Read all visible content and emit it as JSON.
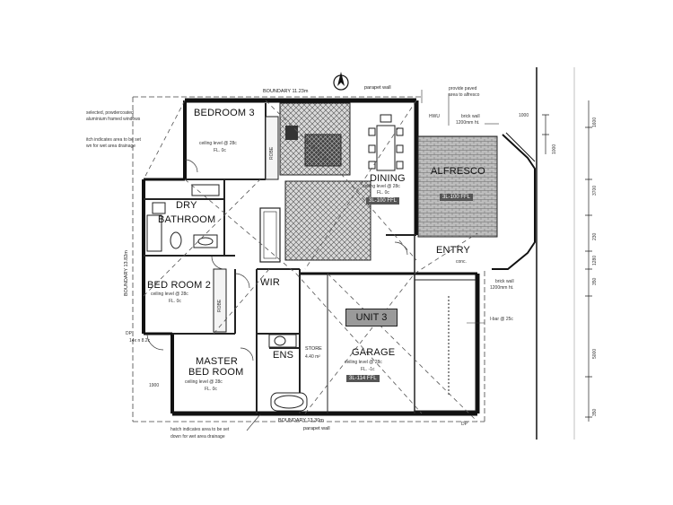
{
  "plan": {
    "boundaries": {
      "top": "BOUNDARY 11.23m",
      "bottom": "BOUNDARY 13.30m",
      "left": "BOUNDARY 13.82m",
      "parapet_top": "parapet wall",
      "parapet_bottom": "parapet wall"
    },
    "rooms": {
      "bedroom3": {
        "name": "BEDROOM 3",
        "ceiling": "ceiling level @ 28c",
        "fl": "FL. 0c"
      },
      "dining": {
        "name": "DINING",
        "ceiling": "ceiling level @ 28c",
        "fl": "FL. 0c"
      },
      "alfresco": {
        "name": "ALFRESCO"
      },
      "entry": {
        "name": "ENTRY"
      },
      "dry": {
        "name": "DRY"
      },
      "bathroom": {
        "name": "BATHROOM"
      },
      "bedroom2": {
        "name": "BED ROOM 2",
        "ceiling": "ceiling level @ 28c",
        "fl": "FL. 0c"
      },
      "wir": {
        "name": "WIR"
      },
      "ens": {
        "name": "ENS"
      },
      "store": {
        "name": "STORE",
        "area": "4.40 m²"
      },
      "garage": {
        "name": "GARAGE",
        "ceiling": "ceiling level @ 28c",
        "fl": "FL. -1c"
      },
      "master": {
        "name": "MASTER",
        "name2": "BED ROOM",
        "ceiling": "ceiling level @ 28c",
        "fl": "FL. 0c"
      }
    },
    "unit_label": "UNIT 3",
    "robe": "ROBE",
    "notes": {
      "top_left_1": "selected, powdercoated",
      "top_left_2": "aluminium framed windows",
      "top_left_3": "itch indicates area to be set",
      "top_left_4": "wn for wet area drainage",
      "bottom_1": "hatch indicates area to be set",
      "bottom_2": "down for wet area drainage",
      "paving_1": "provide paved",
      "paving_2": "area to alfresco",
      "brick_top_1": "brick wall",
      "brick_top_2": "1200mm ht.",
      "brick_right_1": "brick wall",
      "brick_right_2": "1200mm ht.",
      "lbar": "l-bar @ 25c",
      "conc": "conc.",
      "dp": "DP",
      "hwu": "HWU",
      "lintel": "14x n 8.2c"
    },
    "dims": [
      "1000",
      "1600",
      "3700",
      "230",
      "1280",
      "350",
      "5000",
      "350",
      "1000",
      "1900"
    ],
    "badges": {
      "dining": "3L-100 FFL",
      "alfresco": "3L-100 FFL",
      "garage": "3L-114 FFL"
    }
  }
}
